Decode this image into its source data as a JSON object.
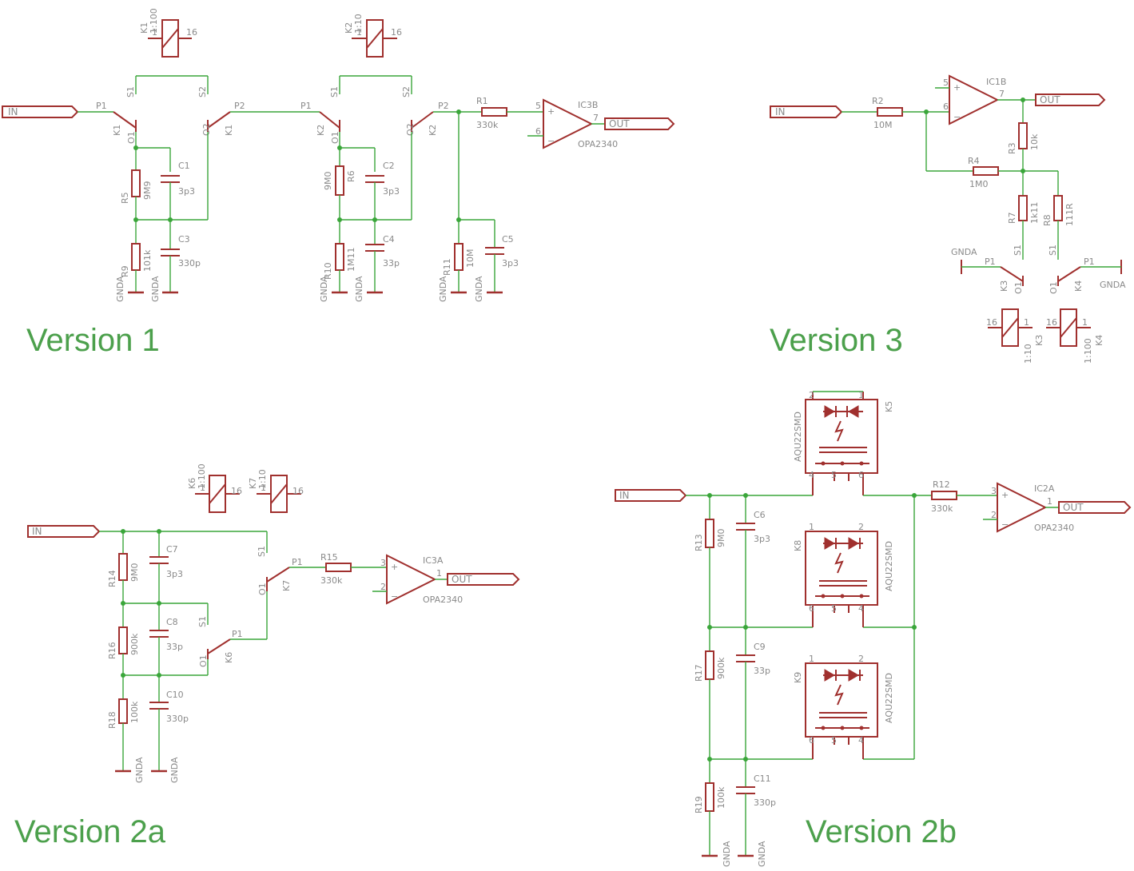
{
  "versions": {
    "v1": "Version 1",
    "v2a": "Version 2a",
    "v2b": "Version 2b",
    "v3": "Version 3"
  },
  "ports": {
    "in": "IN",
    "out": "OUT"
  },
  "v1": {
    "k1": {
      "name": "K1",
      "value": "1:100",
      "pin1": "1",
      "pin16": "16"
    },
    "k2": {
      "name": "K2",
      "value": "1:10",
      "pin1": "1",
      "pin16": "16"
    },
    "s1": "S1",
    "s2": "S2",
    "p1": "P1",
    "p2": "P2",
    "o1": "O1",
    "o2": "O2",
    "r5": {
      "name": "R5",
      "value": "9M9"
    },
    "c1": {
      "name": "C1",
      "value": "3p3"
    },
    "r9": {
      "name": "R9",
      "value": "101k"
    },
    "c3": {
      "name": "C3",
      "value": "330p"
    },
    "r6": {
      "name": "R6",
      "value": "9M0"
    },
    "c2": {
      "name": "C2",
      "value": "3p3"
    },
    "r10": {
      "name": "R10",
      "value": "1M11"
    },
    "c4": {
      "name": "C4",
      "value": "33p"
    },
    "r1": {
      "name": "R1",
      "value": "330k"
    },
    "r11": {
      "name": "R11",
      "value": "10M"
    },
    "c5": {
      "name": "C5",
      "value": "3p3"
    },
    "ic": {
      "name": "IC3B",
      "part": "OPA2340",
      "pin5": "5",
      "pin6": "6",
      "pin7": "7"
    },
    "gnd": "GNDA"
  },
  "v3": {
    "r2": {
      "name": "R2",
      "value": "10M"
    },
    "ic": {
      "name": "IC1B",
      "pin5": "5",
      "pin6": "6",
      "pin7": "7"
    },
    "r3": {
      "name": "R3",
      "value": "10k"
    },
    "r4": {
      "name": "R4",
      "value": "1M0"
    },
    "r7": {
      "name": "R7",
      "value": "1k11"
    },
    "r8": {
      "name": "R8",
      "value": "111R"
    },
    "k3": {
      "name": "K3",
      "value": "1:10",
      "pin1": "1",
      "pin16": "16"
    },
    "k4": {
      "name": "K4",
      "value": "1:100",
      "pin1": "1",
      "pin16": "16"
    },
    "s1": "S1",
    "p1": "P1",
    "o1": "O1",
    "gnd": "GNDA"
  },
  "v2a": {
    "k6": {
      "name": "K6",
      "value": "1:100",
      "pin1": "1",
      "pin16": "16"
    },
    "k7": {
      "name": "K7",
      "value": "1:10",
      "pin1": "1",
      "pin16": "16"
    },
    "r14": {
      "name": "R14",
      "value": "9M0"
    },
    "c7": {
      "name": "C7",
      "value": "3p3"
    },
    "r16": {
      "name": "R16",
      "value": "900k"
    },
    "c8": {
      "name": "C8",
      "value": "33p"
    },
    "r18": {
      "name": "R18",
      "value": "100k"
    },
    "c10": {
      "name": "C10",
      "value": "330p"
    },
    "r15": {
      "name": "R15",
      "value": "330k"
    },
    "ic": {
      "name": "IC3A",
      "part": "OPA2340",
      "pin3": "3",
      "pin2": "2",
      "pin1": "1"
    },
    "s1": "S1",
    "p1": "P1",
    "o1": "O1",
    "gnd": "GNDA"
  },
  "v2b": {
    "r13": {
      "name": "R13",
      "value": "9M0"
    },
    "c6": {
      "name": "C6",
      "value": "3p3"
    },
    "r17": {
      "name": "R17",
      "value": "900k"
    },
    "c9": {
      "name": "C9",
      "value": "33p"
    },
    "r19": {
      "name": "R19",
      "value": "100k"
    },
    "c11": {
      "name": "C11",
      "value": "330p"
    },
    "r12": {
      "name": "R12",
      "value": "330k"
    },
    "k5": {
      "name": "K5",
      "part": "AQU22SMD"
    },
    "k8": {
      "name": "K8",
      "part": "AQU22SMD"
    },
    "k9": {
      "name": "K9",
      "part": "AQU22SMD"
    },
    "ic": {
      "name": "IC2A",
      "part": "OPA2340",
      "pin3": "3",
      "pin2": "2",
      "pin1": "1"
    },
    "pins": {
      "p1": "1",
      "p2": "2",
      "p4": "4",
      "p5": "5",
      "p6": "6"
    },
    "gnd": "GNDA"
  }
}
